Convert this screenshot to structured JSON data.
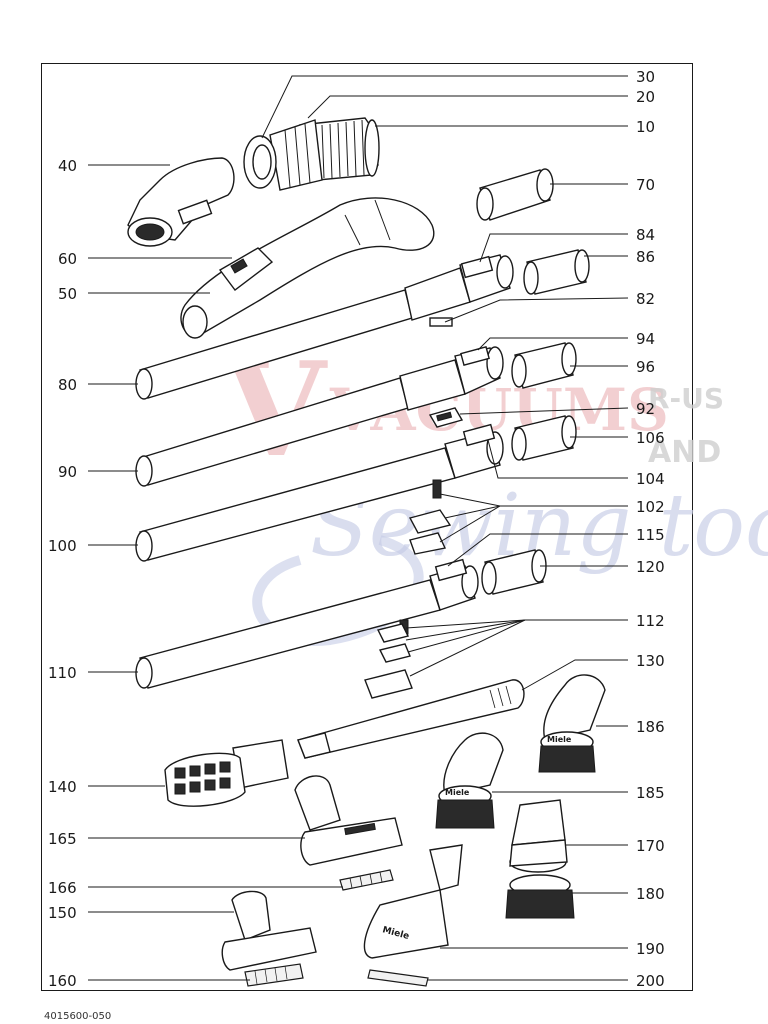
{
  "document_number": "4015600-050",
  "watermark": {
    "line1": "VACUUMS",
    "badge_top": "R-US",
    "badge_bottom": "AND",
    "line2": "Sewing too"
  },
  "parts": [
    {
      "id": "p30",
      "label": "30"
    },
    {
      "id": "p20",
      "label": "20"
    },
    {
      "id": "p10",
      "label": "10"
    },
    {
      "id": "p40",
      "label": "40"
    },
    {
      "id": "p70",
      "label": "70"
    },
    {
      "id": "p84",
      "label": "84"
    },
    {
      "id": "p60",
      "label": "60"
    },
    {
      "id": "p86",
      "label": "86"
    },
    {
      "id": "p50",
      "label": "50"
    },
    {
      "id": "p82",
      "label": "82"
    },
    {
      "id": "p94",
      "label": "94"
    },
    {
      "id": "p80",
      "label": "80"
    },
    {
      "id": "p96",
      "label": "96"
    },
    {
      "id": "p92",
      "label": "92"
    },
    {
      "id": "p106",
      "label": "106"
    },
    {
      "id": "p90",
      "label": "90"
    },
    {
      "id": "p104",
      "label": "104"
    },
    {
      "id": "p102",
      "label": "102"
    },
    {
      "id": "p115",
      "label": "115"
    },
    {
      "id": "p100",
      "label": "100"
    },
    {
      "id": "p120",
      "label": "120"
    },
    {
      "id": "p112",
      "label": "112"
    },
    {
      "id": "p110",
      "label": "110"
    },
    {
      "id": "p130",
      "label": "130"
    },
    {
      "id": "p186",
      "label": "186"
    },
    {
      "id": "p140",
      "label": "140"
    },
    {
      "id": "p185",
      "label": "185"
    },
    {
      "id": "p165",
      "label": "165"
    },
    {
      "id": "p170",
      "label": "170"
    },
    {
      "id": "p166",
      "label": "166"
    },
    {
      "id": "p180",
      "label": "180"
    },
    {
      "id": "p150",
      "label": "150"
    },
    {
      "id": "p190",
      "label": "190"
    },
    {
      "id": "p160",
      "label": "160"
    },
    {
      "id": "p200",
      "label": "200"
    }
  ],
  "brand_marks": {
    "nozzle_186": "Miele",
    "nozzle_185": "Miele",
    "nozzle_190": "Miele"
  }
}
